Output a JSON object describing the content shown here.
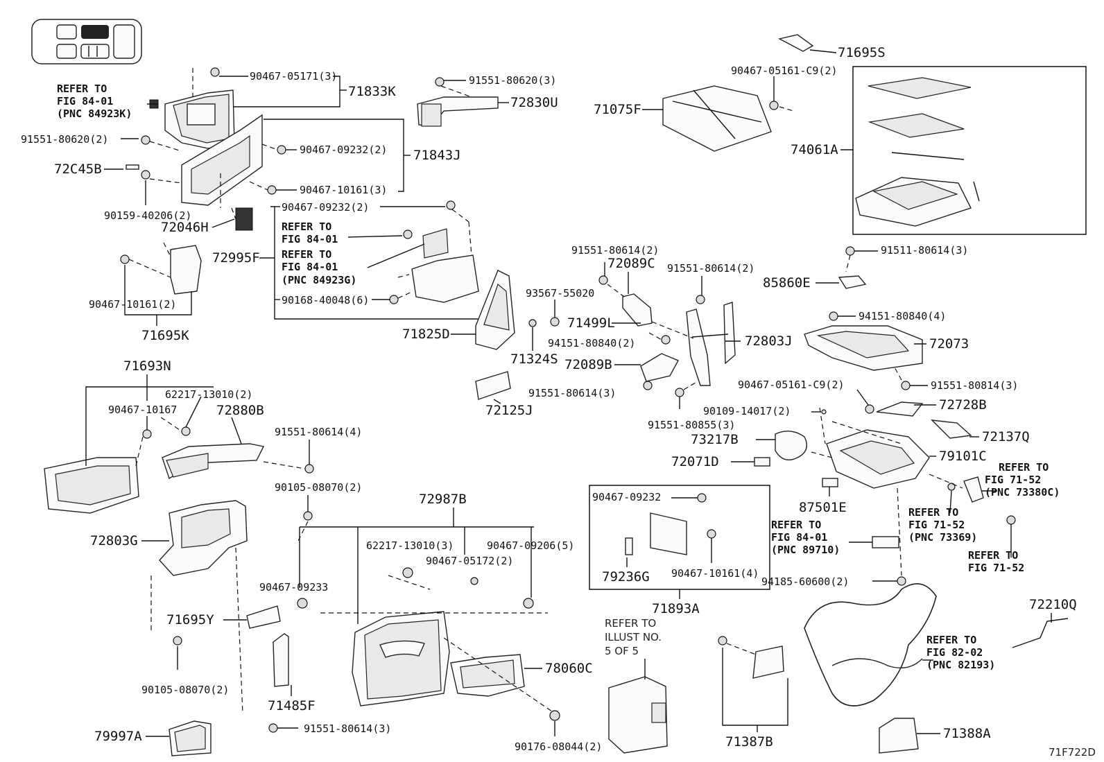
{
  "figure_code": "71F722D",
  "parts": {
    "p71833K": "71833K",
    "p72830U": "72830U",
    "p71695S": "71695S",
    "p71075F": "71075F",
    "p74061A": "74061A",
    "p72C45B": "72C45B",
    "p71843J": "71843J",
    "p72046H": "72046H",
    "p72995F": "72995F",
    "p71695K": "71695K",
    "p71825D": "71825D",
    "p72089C": "72089C",
    "p71499L": "71499L",
    "p71324S": "71324S",
    "p72089B": "72089B",
    "p72803J": "72803J",
    "p85860E": "85860E",
    "p72073": "72073",
    "p72125J": "72125J",
    "p72728B": "72728B",
    "p72137Q": "72137Q",
    "p73217B": "73217B",
    "p72071D": "72071D",
    "p79101C": "79101C",
    "p87501E": "87501E",
    "p71693N": "71693N",
    "p72880B": "72880B",
    "p72803G": "72803G",
    "p72987B": "72987B",
    "p71695Y": "71695Y",
    "p71485F": "71485F",
    "p78060C": "78060C",
    "p79997A": "79997A",
    "p71893A": "71893A",
    "p79236G": "79236G",
    "p71387B": "71387B",
    "p71388A": "71388A",
    "p72210Q": "72210Q"
  },
  "fasteners": {
    "f1": "90467-05171(3)",
    "f2": "91551-80620(3)",
    "f3": "90467-05161-C9(2)",
    "f4": "91551-80620(2)",
    "f5": "90467-09232(2)",
    "f6": "90467-10161(3)",
    "f7": "90159-40206(2)",
    "f8": "90467-09232(2)",
    "f9": "90168-40048(6)",
    "f10": "90467-10161(2)",
    "f11": "93567-55020",
    "f12": "91551-80614(2)",
    "f13": "91551-80614(2)",
    "f14": "91511-80614(3)",
    "f15": "94151-80840(2)",
    "f16": "94151-80840(4)",
    "f17": "91551-80614(3)",
    "f18": "90467-05161-C9(2)",
    "f19": "91551-80814(3)",
    "f20": "90109-14017(2)",
    "f21": "91551-80855(3)",
    "f22": "62217-13010(2)",
    "f23": "90467-10167",
    "f24": "91551-80614(4)",
    "f25": "90105-08070(2)",
    "f26": "62217-13010(3)",
    "f27": "90467-09206(5)",
    "f28": "90467-05172(2)",
    "f29": "90467-09233",
    "f30": "90467-09232",
    "f31": "90467-10161(4)",
    "f32": "94185-60600(2)",
    "f33": "90105-08070(2)",
    "f34": "91551-80614(3)",
    "f35": "90176-08044(2)"
  },
  "refs": {
    "r1": [
      "REFER TO",
      "FIG 84-01",
      "(PNC 84923K)"
    ],
    "r2": [
      "REFER TO",
      "FIG 84-01"
    ],
    "r3": [
      "REFER TO",
      "FIG 84-01",
      "(PNC 84923G)"
    ],
    "r4": [
      "REFER TO",
      "FIG 71-52",
      "(PNC 73380C)"
    ],
    "r5": [
      "REFER TO",
      "FIG 84-01",
      "(PNC 89710)"
    ],
    "r6": [
      "REFER TO",
      "FIG 71-52",
      "(PNC 73369)"
    ],
    "r7": [
      "REFER TO",
      "FIG 71-52"
    ],
    "r8": [
      "REFER TO",
      "FIG 82-02",
      "(PNC 82193)"
    ]
  },
  "notes": {
    "illust": [
      "REFER TO",
      "ILLUST NO.",
      "5 OF 5"
    ]
  }
}
